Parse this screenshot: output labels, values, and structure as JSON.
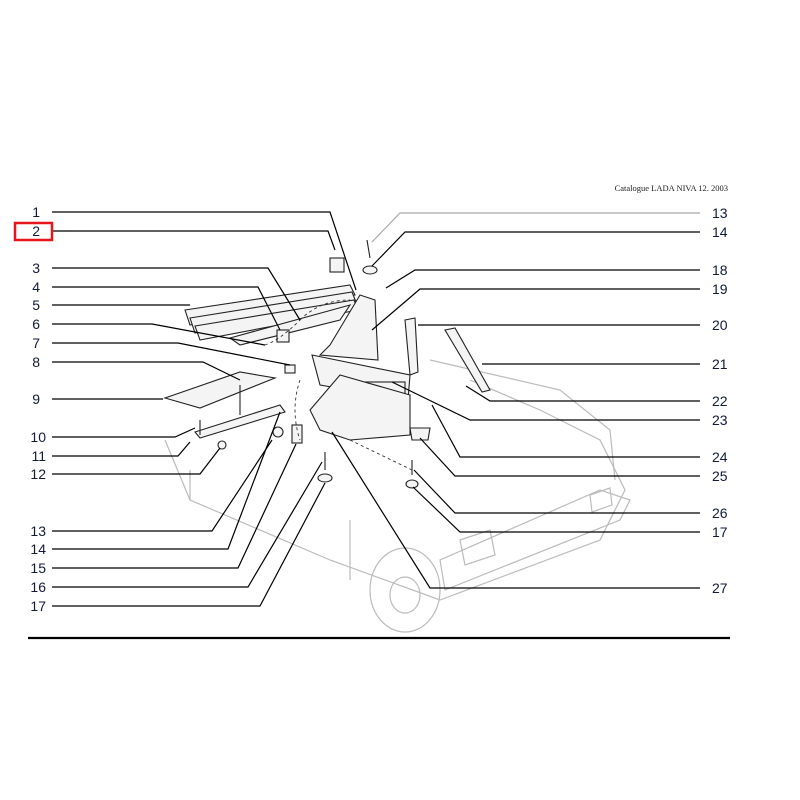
{
  "header": {
    "catalogue": "Catalogue LADA NIVA 12. 2003"
  },
  "highlighted_label": "2",
  "left_labels": [
    "1",
    "2",
    "3",
    "4",
    "5",
    "6",
    "7",
    "8",
    "9",
    "10",
    "11",
    "12",
    "13",
    "14",
    "15",
    "16",
    "17"
  ],
  "right_labels": [
    "13",
    "14",
    "18",
    "19",
    "20",
    "21",
    "22",
    "23",
    "24",
    "25",
    "26",
    "17",
    "27"
  ],
  "colors": {
    "highlight": "#e8141c",
    "label": "#111a3a"
  }
}
